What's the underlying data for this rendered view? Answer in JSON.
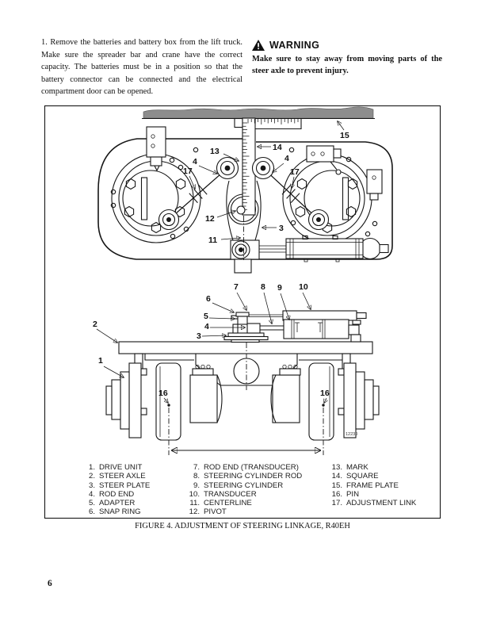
{
  "page": {
    "number": "6"
  },
  "intro_paragraph": "1. Remove the batteries and battery box from the lift truck.  Make sure the spreader bar and crane have the correct capacity. The batteries must be in a position so that the battery connector can be connected and the electrical compartment door can be opened.",
  "warning": {
    "title": "WARNING",
    "body": "Make sure to stay away from moving parts of the steer axle to prevent injury."
  },
  "figure": {
    "caption": "FIGURE 4. ADJUSTMENT OF STEERING LINKAGE, R40EH",
    "drawing_number": "12230",
    "callouts": {
      "n1": "1",
      "n2": "2",
      "n3": "3",
      "n4": "4",
      "n5": "5",
      "n6": "6",
      "n7": "7",
      "n8": "8",
      "n9": "9",
      "n10": "10",
      "n11": "11",
      "n12": "12",
      "n13": "13",
      "n14": "14",
      "n15": "15",
      "n16": "16",
      "n17": "17"
    },
    "legend": {
      "col1": [
        {
          "n": "1.",
          "t": "DRIVE UNIT"
        },
        {
          "n": "2.",
          "t": "STEER AXLE"
        },
        {
          "n": "3.",
          "t": "STEER PLATE"
        },
        {
          "n": "4.",
          "t": "ROD END"
        },
        {
          "n": "5.",
          "t": "ADAPTER"
        },
        {
          "n": "6.",
          "t": "SNAP RING"
        }
      ],
      "col2": [
        {
          "n": "7.",
          "t": "ROD END (TRANSDUCER)"
        },
        {
          "n": "8.",
          "t": "STEERING CYLINDER ROD"
        },
        {
          "n": "9.",
          "t": "STEERING CYLINDER"
        },
        {
          "n": "10.",
          "t": "TRANSDUCER"
        },
        {
          "n": "11.",
          "t": "CENTERLINE"
        },
        {
          "n": "12.",
          "t": "PIVOT"
        }
      ],
      "col3": [
        {
          "n": "13.",
          "t": "MARK"
        },
        {
          "n": "14.",
          "t": "SQUARE"
        },
        {
          "n": "15.",
          "t": "FRAME PLATE"
        },
        {
          "n": "16.",
          "t": "PIN"
        },
        {
          "n": "17.",
          "t": "ADJUSTMENT LINK"
        }
      ]
    }
  }
}
